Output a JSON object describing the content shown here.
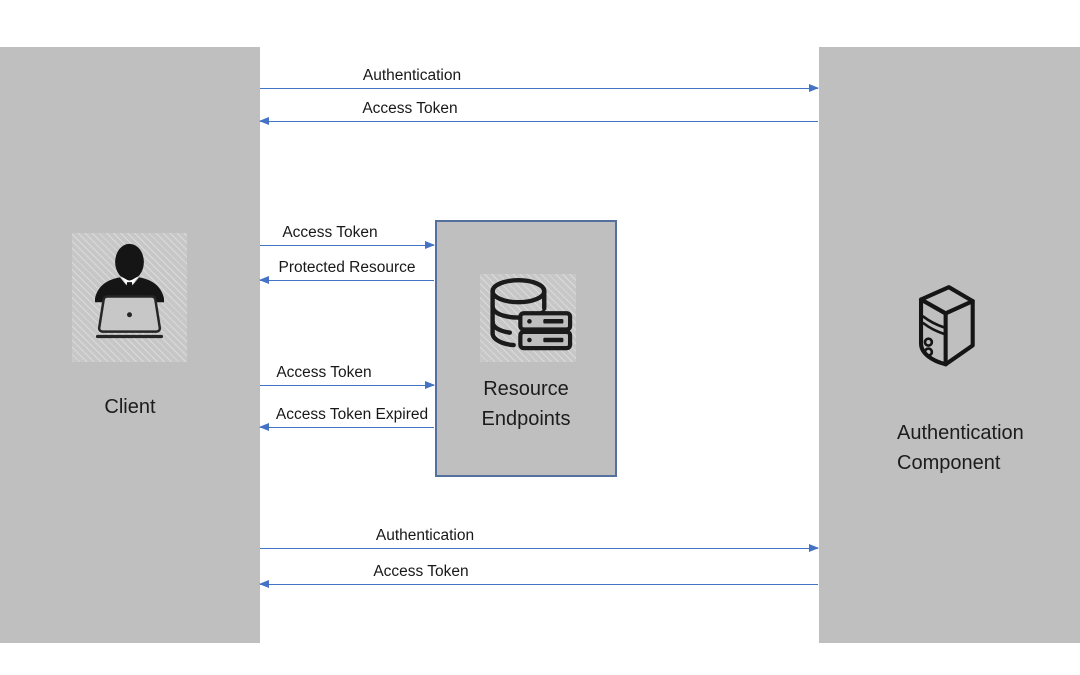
{
  "diagram_type": "authentication-flow-sequence",
  "nodes": {
    "client": {
      "label": "Client",
      "icon": "person-at-laptop-icon"
    },
    "resource_endpoints": {
      "line1": "Resource",
      "line2": "Endpoints",
      "icon": "database-server-icon"
    },
    "authentication_component": {
      "line1": "Authentication",
      "line2": "Component",
      "icon": "server-tower-icon"
    }
  },
  "arrows": [
    {
      "label": "Authentication",
      "from": "client",
      "to": "authentication_component",
      "direction": "right"
    },
    {
      "label": "Access Token",
      "from": "authentication_component",
      "to": "client",
      "direction": "left"
    },
    {
      "label": "Access Token",
      "from": "client",
      "to": "resource_endpoints",
      "direction": "right"
    },
    {
      "label": "Protected Resource",
      "from": "resource_endpoints",
      "to": "client",
      "direction": "left"
    },
    {
      "label": "Access Token",
      "from": "client",
      "to": "resource_endpoints",
      "direction": "right"
    },
    {
      "label": "Access Token Expired",
      "from": "resource_endpoints",
      "to": "client",
      "direction": "left"
    },
    {
      "label": "Authentication",
      "from": "client",
      "to": "authentication_component",
      "direction": "right"
    },
    {
      "label": "Access Token",
      "from": "authentication_component",
      "to": "client",
      "direction": "left"
    }
  ],
  "colors": {
    "panel_gray": "#BFBFBF",
    "arrow_blue": "#4472C4",
    "resource_box_border": "#54709E",
    "icon_black": "#1A1A1A",
    "text": "#1F1F1F",
    "background": "#FFFFFF"
  }
}
